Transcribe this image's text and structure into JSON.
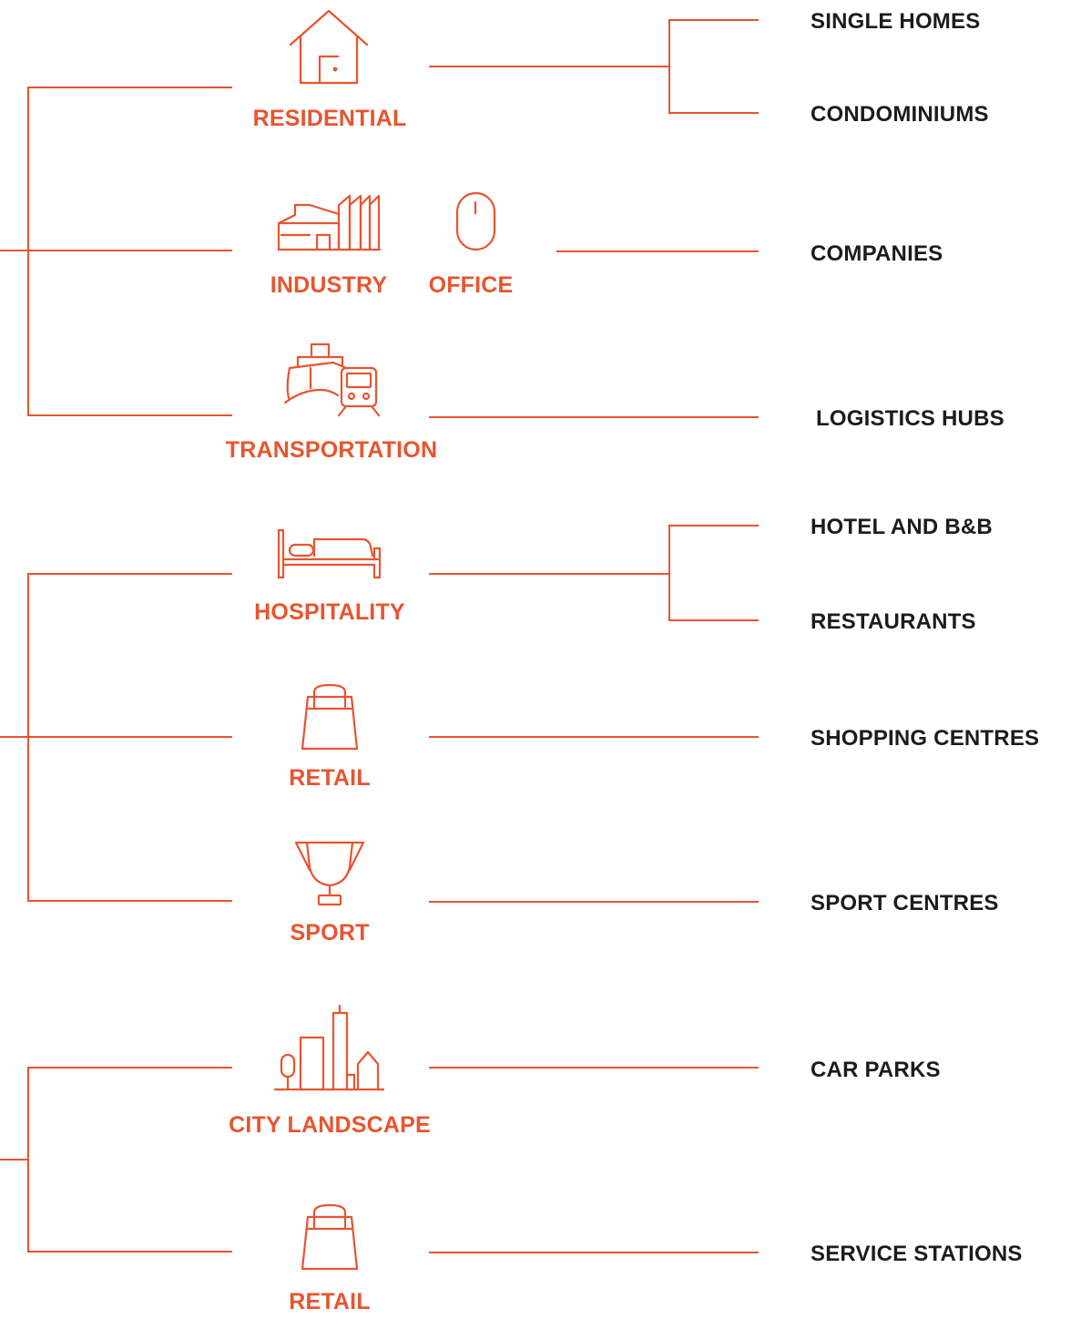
{
  "colors": {
    "accent": "#E8542F",
    "text": "#1C1C1C",
    "background": "#FFFFFF"
  },
  "categories": {
    "residential": {
      "label": "RESIDENTIAL",
      "icon": "house-icon"
    },
    "industry": {
      "label": "INDUSTRY",
      "icon": "factory-icon"
    },
    "office": {
      "label": "OFFICE",
      "icon": "mouse-icon"
    },
    "transportation": {
      "label": "TRANSPORTATION",
      "icon": "ship-train-icon"
    },
    "hospitality": {
      "label": "HOSPITALITY",
      "icon": "bed-icon"
    },
    "retail": {
      "label": "RETAIL",
      "icon": "shopping-bag-icon"
    },
    "sport": {
      "label": "SPORT",
      "icon": "trophy-icon"
    },
    "city_landscape": {
      "label": "CITY LANDSCAPE",
      "icon": "city-skyline-icon"
    },
    "retail_2": {
      "label": "RETAIL",
      "icon": "shopping-bag-icon"
    }
  },
  "outputs": {
    "single_homes": "SINGLE HOMES",
    "condominiums": "CONDOMINIUMS",
    "companies": "COMPANIES",
    "logistics_hubs": "LOGISTICS HUBS",
    "hotel_bb": "HOTEL AND B&B",
    "restaurants": "RESTAURANTS",
    "shopping_centres": "SHOPPING CENTRES",
    "sport_centres": "SPORT CENTRES",
    "car_parks": "CAR PARKS",
    "service_stations": "SERVICE STATIONS"
  }
}
